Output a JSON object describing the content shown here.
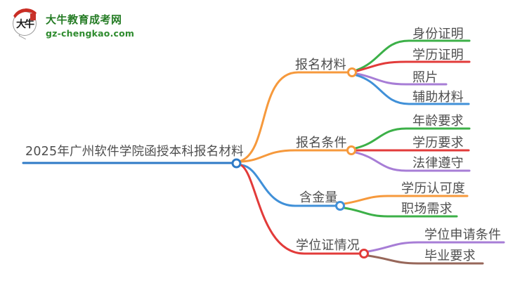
{
  "logo": {
    "bubble_text": "大牛",
    "site_name": "大牛教育成考网",
    "site_url": "gz-chengkao.com",
    "brand_green": "#257c25",
    "seal_red": "#c8322b"
  },
  "mindmap": {
    "root": {
      "label": "2025年广州软件学院函授本科报名材料",
      "color": "#2e7ac6"
    },
    "branches": [
      {
        "label": "报名材料",
        "color": "#f6993c",
        "children": [
          {
            "label": "身份证明",
            "color": "#3cb048"
          },
          {
            "label": "学历证明",
            "color": "#e23b3a"
          },
          {
            "label": "照片",
            "color": "#a77dd6"
          },
          {
            "label": "辅助材料",
            "color": "#4090d8"
          }
        ]
      },
      {
        "label": "报名条件",
        "color": "#f6993c",
        "children": [
          {
            "label": "年龄要求",
            "color": "#3cb048"
          },
          {
            "label": "学历要求",
            "color": "#e23b3a"
          },
          {
            "label": "法律遵守",
            "color": "#a77dd6"
          }
        ]
      },
      {
        "label": "含金量",
        "color": "#4090d8",
        "children": [
          {
            "label": "学历认可度",
            "color": "#f6993c"
          },
          {
            "label": "职场需求",
            "color": "#3cb048"
          }
        ]
      },
      {
        "label": "学位证情况",
        "color": "#e23b3a",
        "children": [
          {
            "label": "学位申请条件",
            "color": "#a77dd6"
          },
          {
            "label": "毕业要求",
            "color": "#97675a"
          }
        ]
      }
    ]
  }
}
